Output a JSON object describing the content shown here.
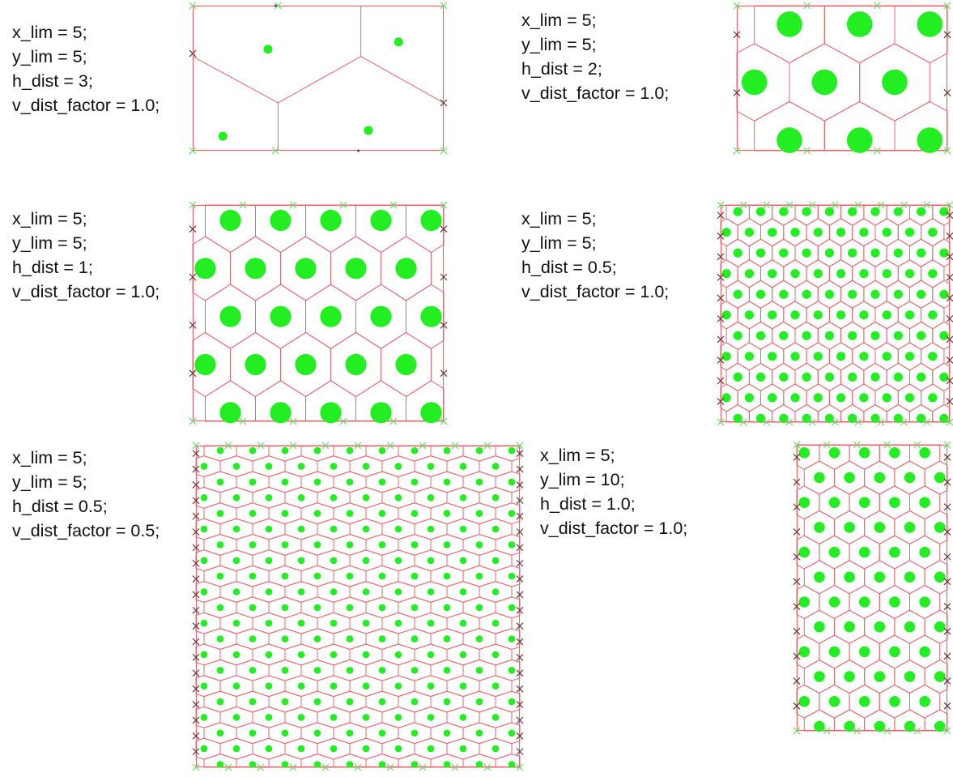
{
  "colors": {
    "site": "#22ee22",
    "edge": "#e8646a",
    "boundary_cross": "#6a3a3a",
    "corner_cross": "#66dd66",
    "midpoint_dot": "#3b3b99",
    "text": "#111111"
  },
  "panels": [
    {
      "id": "p1",
      "params": [
        "x_lim = 5;",
        "y_lim = 5;",
        "h_dist = 3;",
        "v_dist_factor = 1.0;"
      ],
      "diagram": {
        "type": "voronoi",
        "site_icon": "green-dot",
        "sites": [
          [
            0.6,
            0.5
          ],
          [
            1.5,
            3.5
          ],
          [
            4.1,
            3.75
          ],
          [
            3.5,
            0.7
          ]
        ]
      }
    },
    {
      "id": "p2",
      "params": [
        "x_lim = 5;",
        "y_lim = 5;",
        "h_dist = 2;",
        "v_dist_factor = 1.0;"
      ],
      "diagram": {
        "type": "hex-voronoi",
        "site_icon": "green-dot",
        "cols": 3,
        "rows": 3
      }
    },
    {
      "id": "p3",
      "params": [
        "x_lim = 5;",
        "y_lim = 5;",
        "h_dist = 1;",
        "v_dist_factor = 1.0;"
      ],
      "diagram": {
        "type": "hex-voronoi",
        "site_icon": "green-dot",
        "cols": 5,
        "rows": 5
      }
    },
    {
      "id": "p4",
      "params": [
        "x_lim = 5;",
        "y_lim = 5;",
        "h_dist = 0.5;",
        "v_dist_factor = 1.0;"
      ],
      "diagram": {
        "type": "hex-voronoi",
        "site_icon": "green-dot",
        "cols": 10,
        "rows": 11
      }
    },
    {
      "id": "p5",
      "params": [
        "x_lim = 5;",
        "y_lim = 5;",
        "h_dist = 0.5;",
        "v_dist_factor = 0.5;"
      ],
      "diagram": {
        "type": "hex-voronoi",
        "site_icon": "green-dot",
        "cols": 10,
        "rows": 21
      }
    },
    {
      "id": "p6",
      "params": [
        "x_lim = 5;",
        "y_lim = 10;",
        "h_dist = 1.0;",
        "v_dist_factor = 1.0;"
      ],
      "diagram": {
        "type": "hex-voronoi",
        "site_icon": "green-dot",
        "cols": 5,
        "rows": 12
      }
    }
  ]
}
